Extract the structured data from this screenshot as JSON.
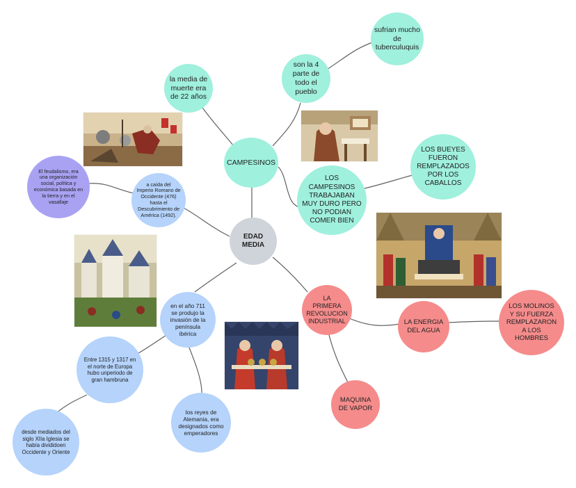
{
  "colors": {
    "teal": "#9ff0dd",
    "gray": "#cfd4da",
    "red": "#f58b8b",
    "blue": "#b5d3fb",
    "purple": "#a9a2f3",
    "line": "#5f5f5f"
  },
  "center": {
    "label": "EDAD\nMEDIA"
  },
  "campesinos": {
    "label": "CAMPESINOS",
    "media_muerte": "la media de\nmuerte era\nde 22 años",
    "cuarta_parte": "son la 4\nparte de\ntodo el\npueblo",
    "tuberculosis": "sufrian mucho\nde\ntuberculuquis",
    "trabajo": "LOS\nCAMPESINOS\nTRABAJABAN\nMUY DURO PERO\nNO PODIAN\nCOMER BIEN",
    "bueyes": "LOS BUEYES\nFUERON\nREMPLAZADOS\nPOR LOS\nCABALLOS"
  },
  "revolucion": {
    "label": "LA\nPRIMERA\nREVOLUCION\nINDUSTRIAL",
    "energia": "LA ENERGIA\nDEL AGUA",
    "molinos": "LOS MOLINOS\nY SU FUERZA\nREMPLAZARON\nA LOS\nHOMBRES",
    "vapor": "MAQUINA\nDE VAPOR"
  },
  "historia": {
    "caida": "a caída del\nImperio Romano de\nOccidente (476)\nhasta el\nDescubrimiento de\nAmérica (1492).",
    "feudalismo": "El feudalismo, era\nuna organización\nsocial, política y\neconómica basada en\nla tierra y en el\nvasallaje",
    "invasion": "en el año 711\nse produjo la\ninvasión de la\npenínsula\nibérica",
    "hambruna": "Entre 1315 y 1317 en\nel norte de Europa\nhubo unperiodo de\ngran hambruna",
    "iglesia": "desde mediados del\nsiglo XIIa Iglesia se\nhabía divididoen\nOccidente y Oriente",
    "reyes": "los reyes de\nAlemania, era\ndesignados como\nemperadores"
  },
  "images": {
    "battle": "battle-painting-icon",
    "monk": "monk-scribe-icon",
    "court": "royal-court-icon",
    "castle": "castle-city-icon",
    "merchants": "merchants-icon"
  }
}
